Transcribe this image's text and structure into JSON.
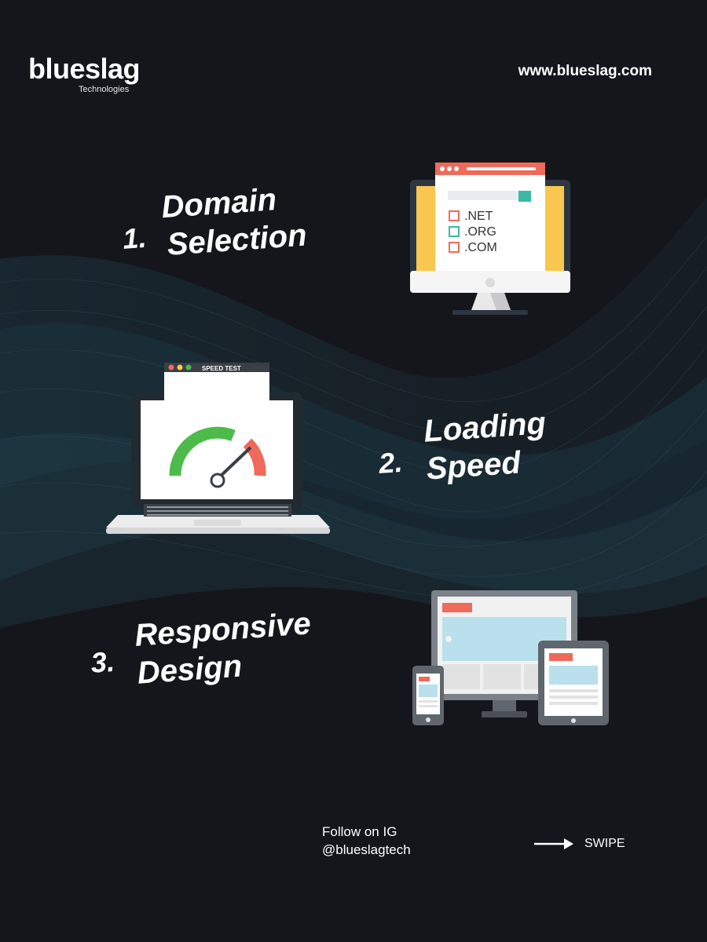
{
  "brand": {
    "name": "blueslag",
    "subtitle": "Technologies"
  },
  "website": "www.blueslag.com",
  "steps": [
    {
      "number": "1.",
      "line1": "Domain",
      "line2": "Selection"
    },
    {
      "number": "2.",
      "line1": "Loading",
      "line2": "Speed"
    },
    {
      "number": "3.",
      "line1": "Responsive",
      "line2": "Design"
    }
  ],
  "domain_illustration": {
    "options": [
      ".NET",
      ".ORG",
      ".COM"
    ]
  },
  "speed_illustration": {
    "window_title": "SPEED TEST",
    "gauge_level": 0.85
  },
  "footer": {
    "follow_label": "Follow on IG",
    "handle": "@blueslagtech",
    "swipe_label": "SWIPE"
  },
  "colors": {
    "background": "#15161b",
    "accent_red": "#ef6a5a",
    "accent_teal": "#3bb9a6",
    "accent_yellow": "#f9c74f",
    "gauge_green": "#4cbb4a"
  }
}
